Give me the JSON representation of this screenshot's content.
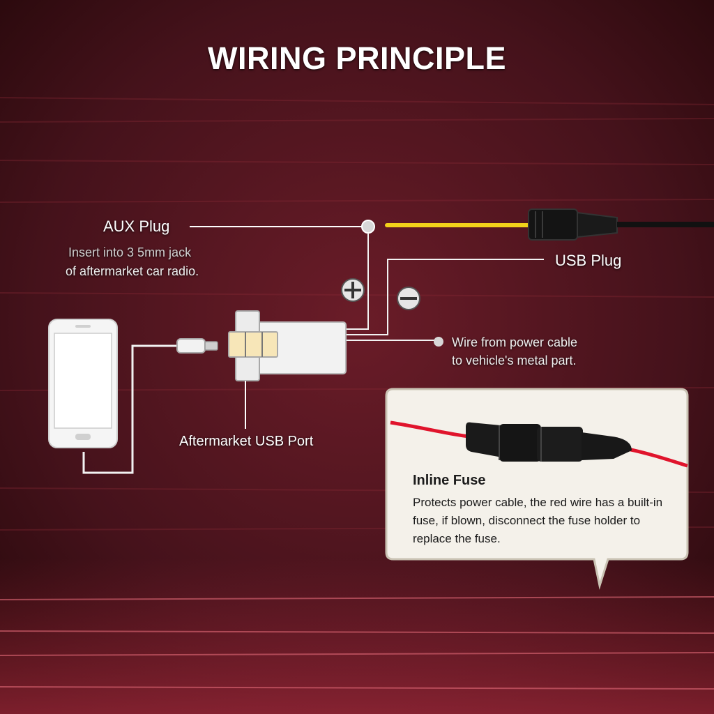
{
  "title": "WIRING PRINCIPLE",
  "labels": {
    "aux_plug": "AUX Plug",
    "aux_desc_line1": "Insert into 3 5mm jack",
    "aux_desc_line2": "of aftermarket car radio.",
    "usb_plug": "USB Plug",
    "ground_line1": "Wire from power cable",
    "ground_line2": "to vehicle's metal part.",
    "usb_port": "Aftermarket USB Port"
  },
  "callout": {
    "title": "Inline Fuse",
    "description": "Protects power cable,  the red wire has a built-in fuse, if blown, disconnect the fuse holder to replace the fuse."
  },
  "symbols": {
    "positive": "plus-terminal-icon",
    "negative": "minus-terminal-icon"
  },
  "colors": {
    "background": "#3a0f16",
    "wire_yellow": "#f2d21a",
    "wire_red": "#e0142c",
    "wire_white": "#f2f2f2",
    "callout_bg": "#f4f1ea"
  }
}
